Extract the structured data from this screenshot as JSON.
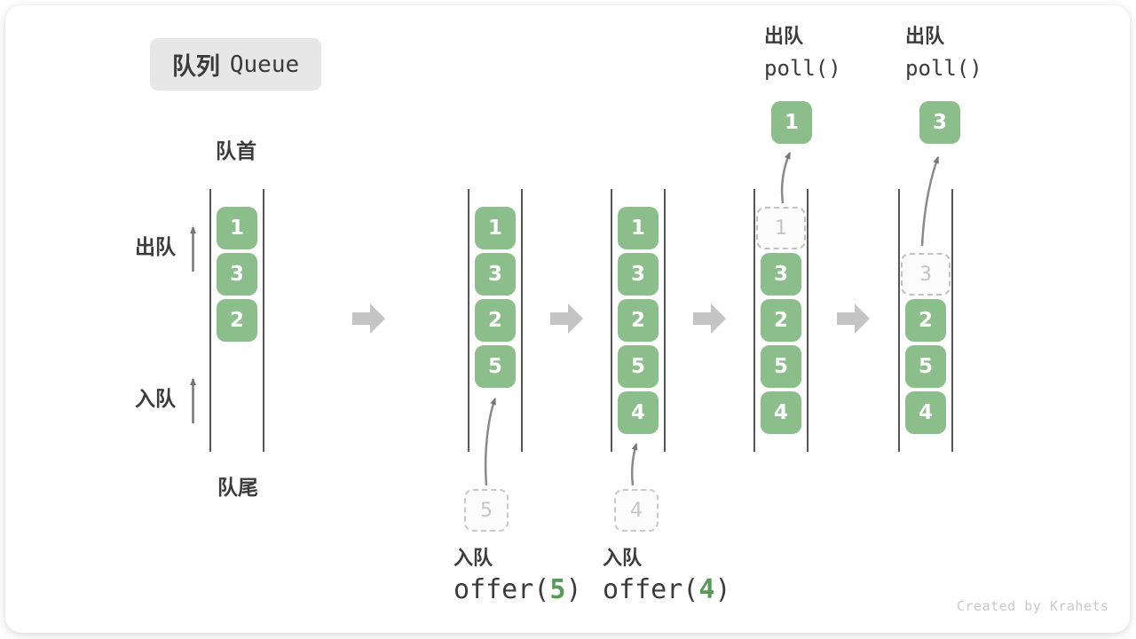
{
  "title": {
    "zh": "队列",
    "en": "Queue"
  },
  "labels": {
    "front": "队首",
    "rear": "队尾",
    "dequeue_side": "出队",
    "enqueue_side": "入队"
  },
  "queues": [
    {
      "cells": [
        "1",
        "3",
        "2"
      ]
    },
    {
      "cells": [
        "1",
        "3",
        "2",
        "5"
      ],
      "incoming": "5"
    },
    {
      "cells": [
        "1",
        "3",
        "2",
        "5",
        "4"
      ],
      "incoming": "4"
    },
    {
      "ghost": "1",
      "cells": [
        "3",
        "2",
        "5",
        "4"
      ],
      "polled": "1"
    },
    {
      "ghost": "3",
      "cells": [
        "2",
        "5",
        "4"
      ],
      "polled": "3"
    }
  ],
  "operations": {
    "enqueue5": {
      "label": "入队",
      "code_pre": "offer(",
      "arg": "5",
      "code_post": ")"
    },
    "enqueue4": {
      "label": "入队",
      "code_pre": "offer(",
      "arg": "4",
      "code_post": ")"
    },
    "dequeue1": {
      "label": "出队",
      "code": "poll()"
    },
    "dequeue2": {
      "label": "出队",
      "code": "poll()"
    }
  },
  "colors": {
    "box_green": "#8BBE8B",
    "accent_green": "#579B57",
    "flow_arrow_gray": "#C4C4C4",
    "text_dark": "#3B3B3B"
  },
  "watermark": "Created by Krahets"
}
